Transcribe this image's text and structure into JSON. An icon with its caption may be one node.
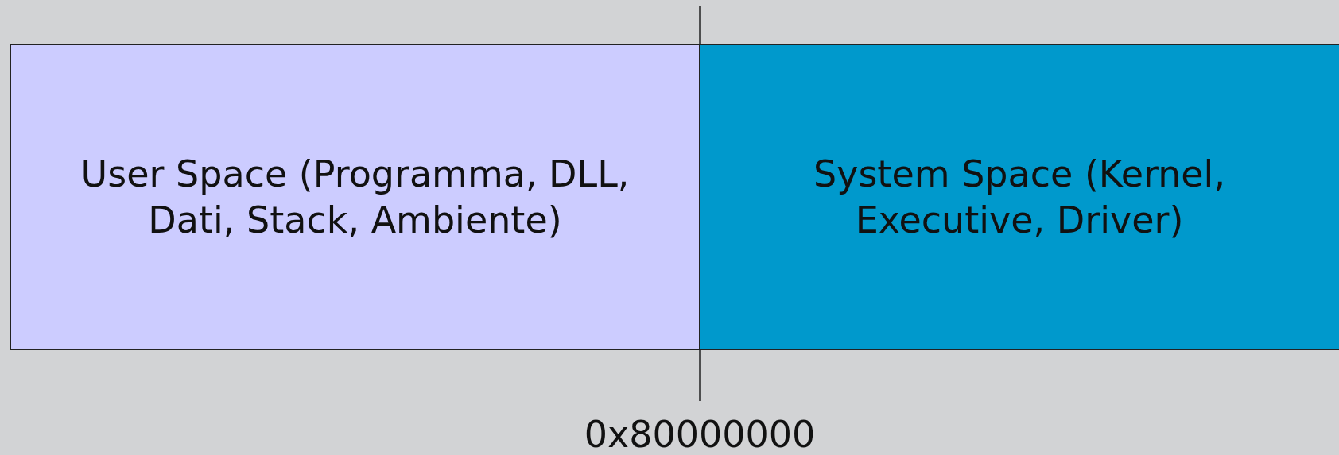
{
  "diagram": {
    "nodes": [
      {
        "text": [
          "User Space (Programma, DLL, Dati, Stack, Ambiente)"
        ]
      },
      {
        "text": [
          "System Space (Kernel, Executive, Driver)"
        ]
      }
    ],
    "labels": [
      "0x80000000"
    ]
  }
}
